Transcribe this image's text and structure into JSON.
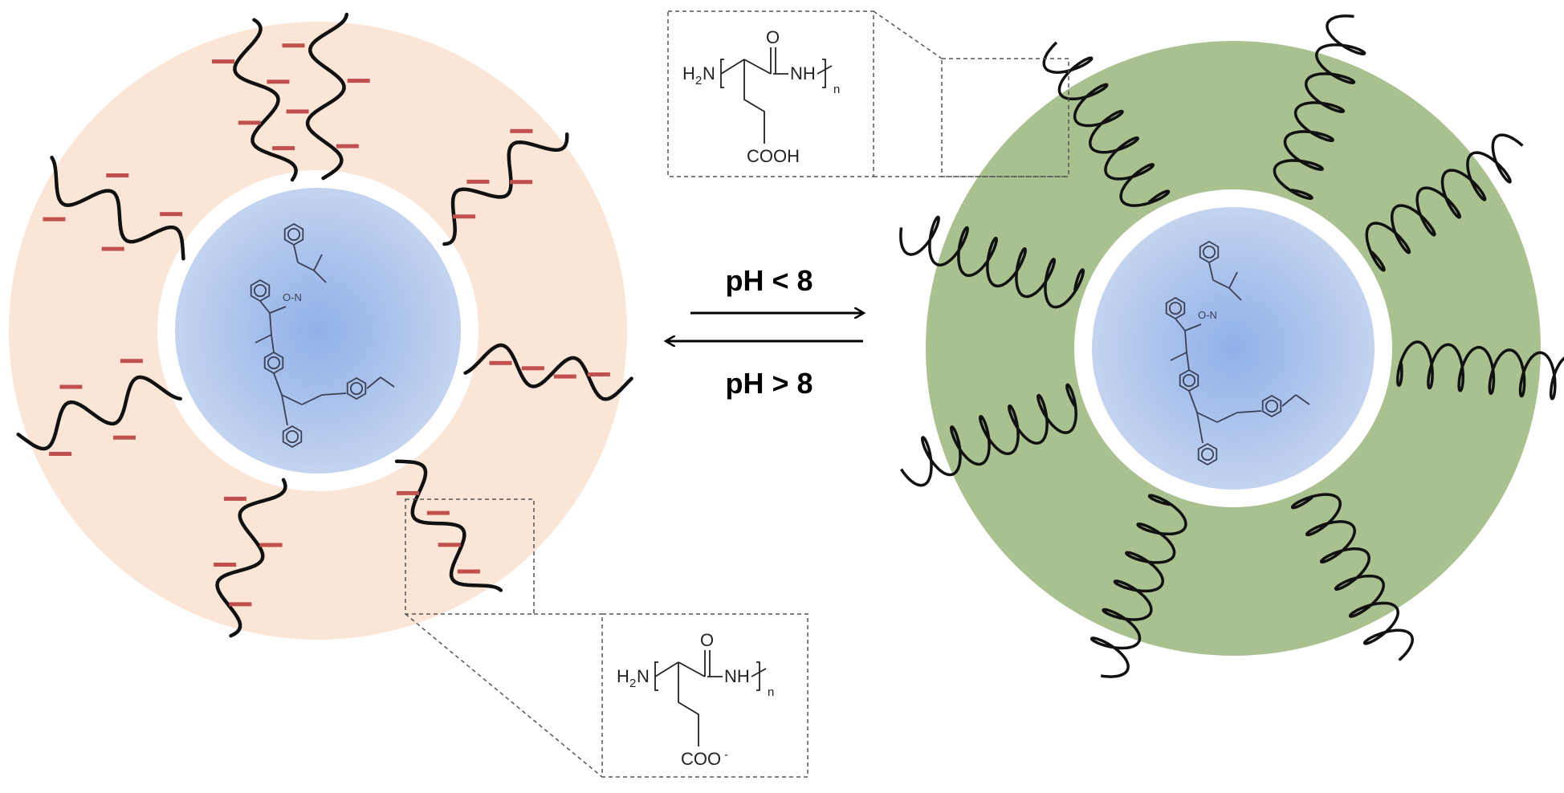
{
  "conditions": {
    "forward": "pH < 8",
    "reverse": "pH > 8"
  },
  "left_state": {
    "shell_color": "#fbe5d6",
    "core_color": "#b4c7e7",
    "charge_mark_color": "#c0504d",
    "chain_form": "random-coil"
  },
  "right_state": {
    "shell_color": "#a9c08f",
    "core_color": "#b4c7e7",
    "chain_form": "alpha-helix"
  },
  "structure_top": {
    "amine": "H",
    "amine_sub": "2",
    "amine_tail": "N",
    "carbonyl_o": "O",
    "amide": "NH",
    "repeat": "n",
    "side_group": "COOH"
  },
  "structure_bottom": {
    "amine": "H",
    "amine_sub": "2",
    "amine_tail": "N",
    "carbonyl_o": "O",
    "amide": "NH",
    "repeat": "n",
    "side_group": "COO",
    "side_charge": "-"
  },
  "core_structure": {
    "nitroxide": "O-N"
  }
}
